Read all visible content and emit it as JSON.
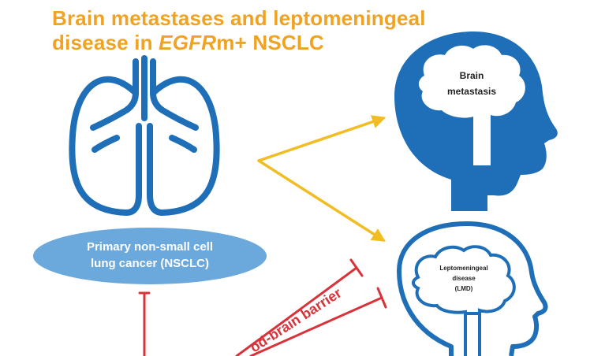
{
  "title": {
    "line1": "Brain metastases and leptomeningeal",
    "line2_prefix": "disease in ",
    "line2_italic": "EGFR",
    "line2_suffix": "m+ NSCLC"
  },
  "labels": {
    "primary_line1": "Primary non-small cell",
    "primary_line2": "lung cancer (NSCLC)",
    "brain_met_line1": "Brain",
    "brain_met_line2": "metastasis",
    "lmd_line1": "Leptomeningeal",
    "lmd_line2": "disease",
    "lmd_line3": "(LMD)",
    "barrier": "od-brain barrier"
  },
  "colors": {
    "title": "#f0a322",
    "blue": "#1f6fb8",
    "light_blue": "#6ba9dc",
    "arrow_yellow": "#f2bd22",
    "red": "#d8333a"
  },
  "icons": [
    "lungs-icon",
    "head-profile-icon",
    "head-outline-icon",
    "brain-cloud-icon"
  ]
}
